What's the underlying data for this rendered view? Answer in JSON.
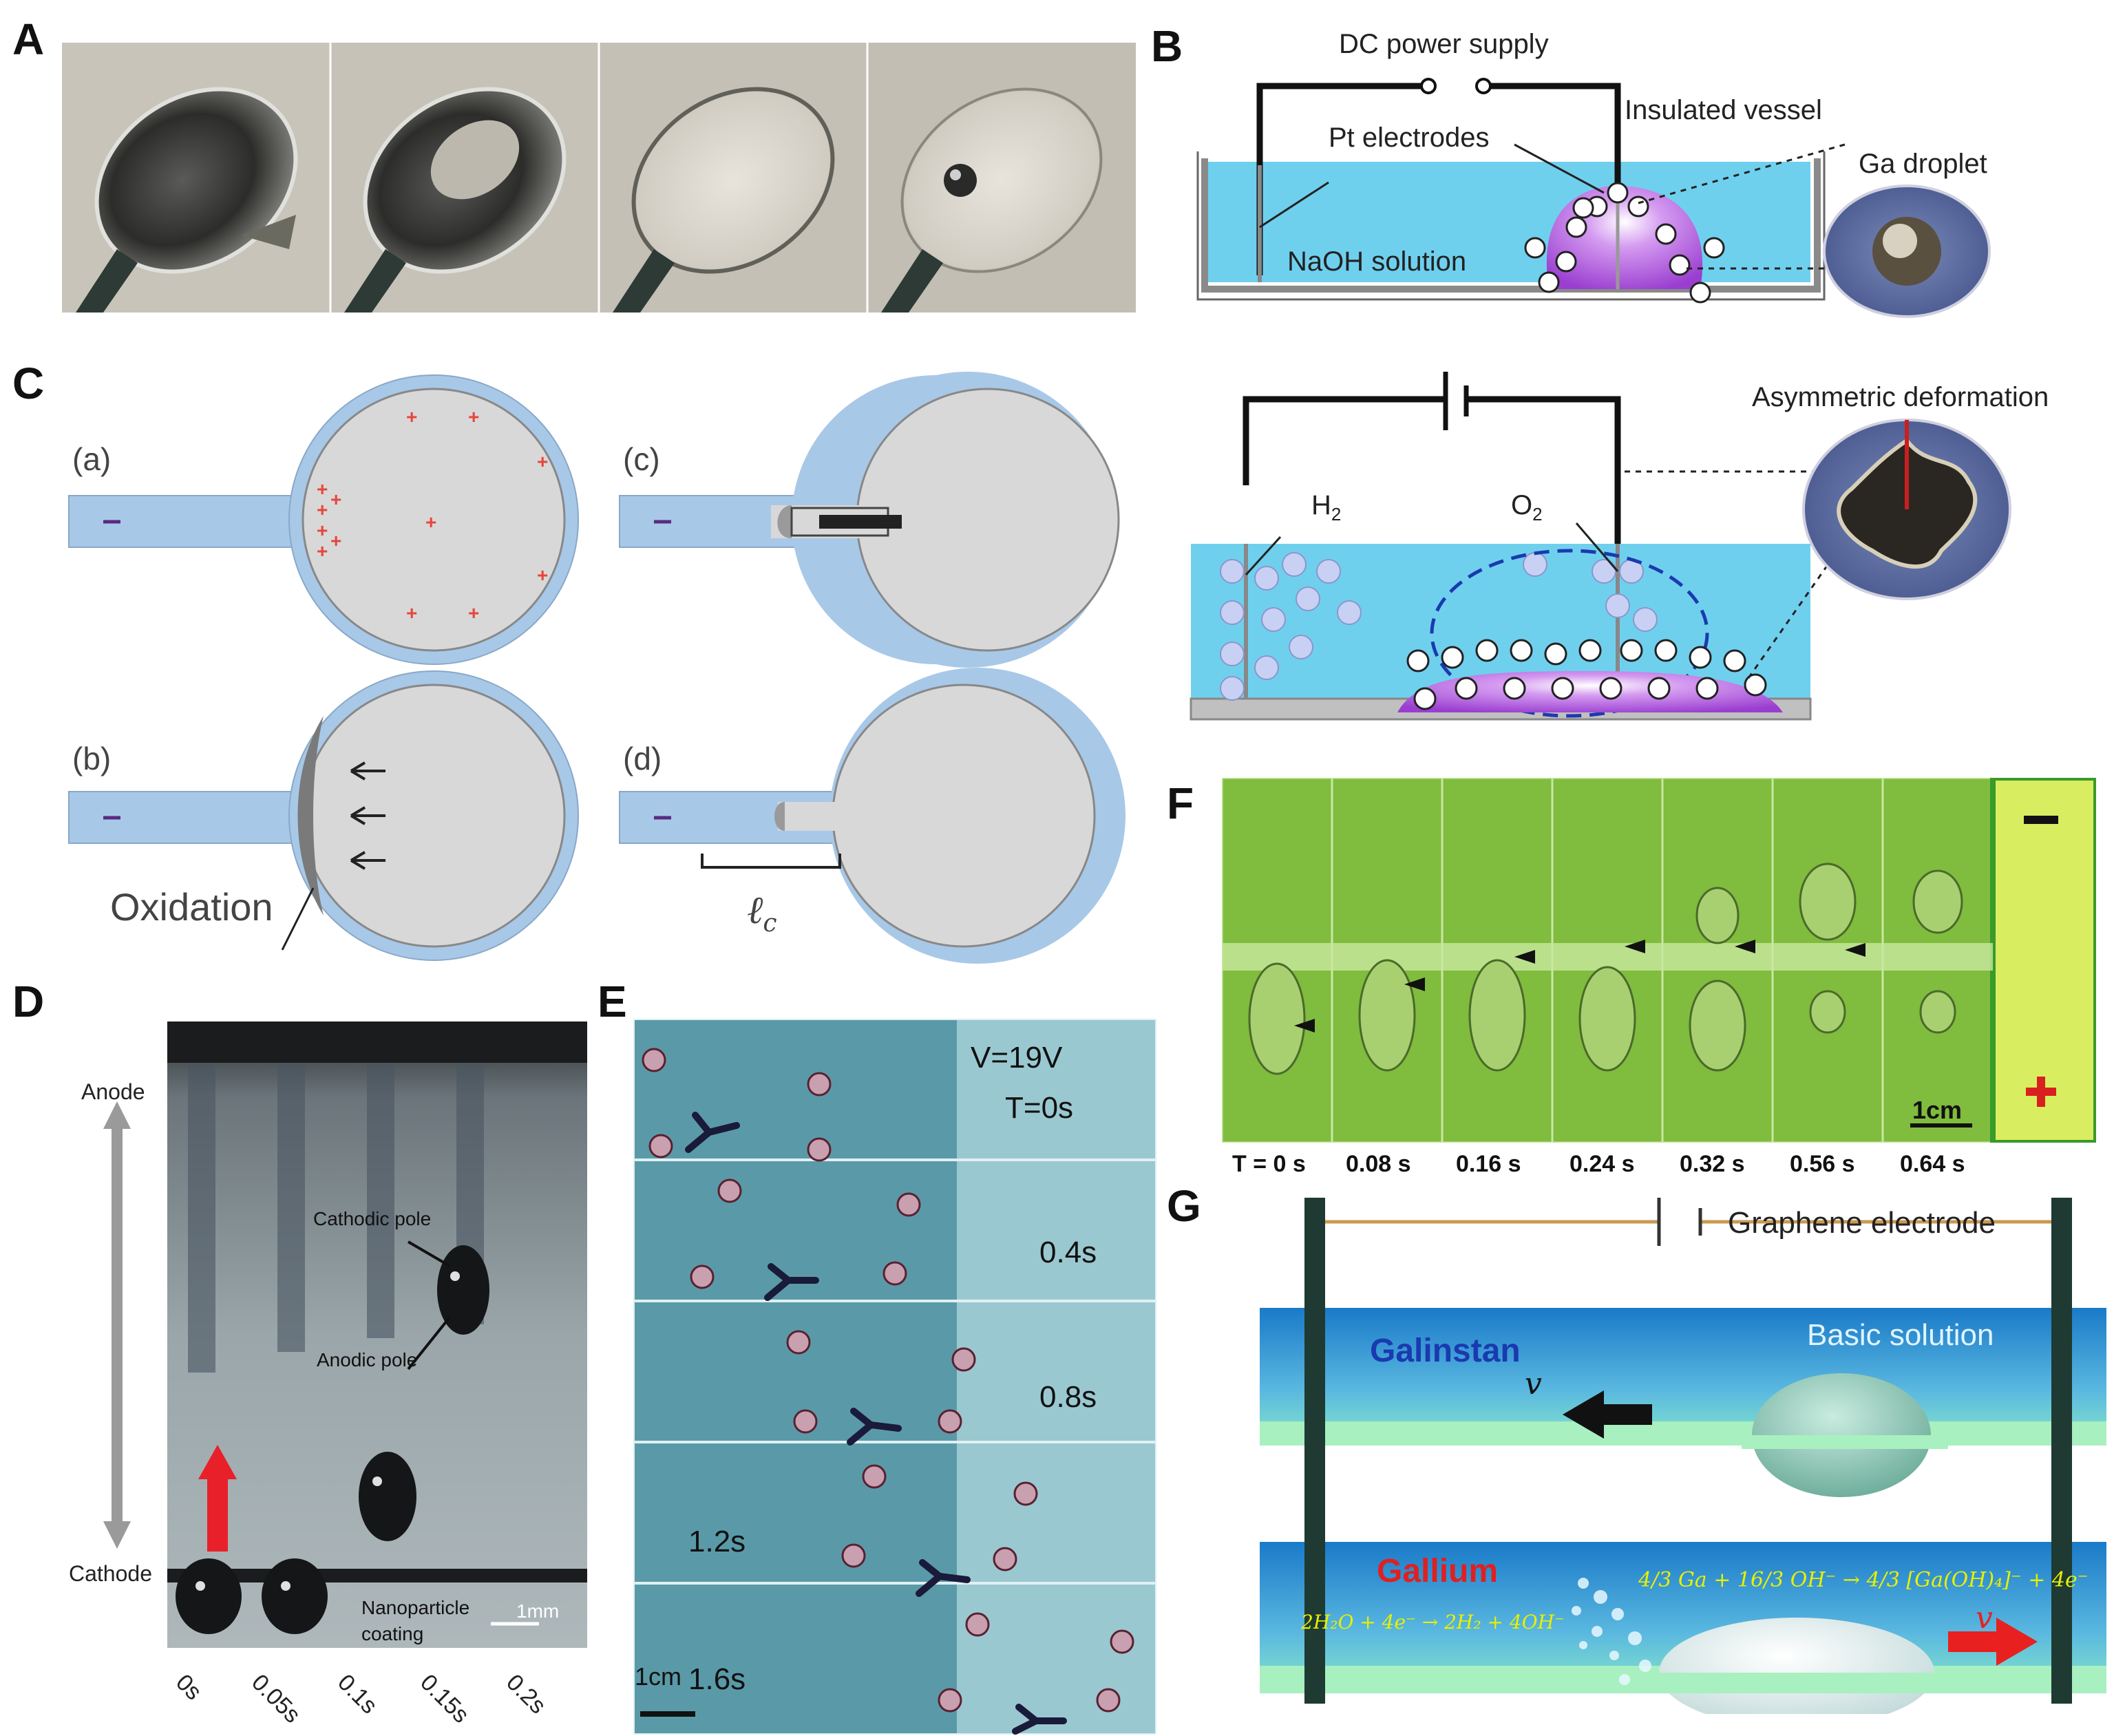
{
  "panels": {
    "A": {
      "letter": "A"
    },
    "B": {
      "letter": "B",
      "top": {
        "dc_power_supply": "DC power supply",
        "pt_electrodes": "Pt electrodes",
        "insulated_vessel": "Insulated vessel",
        "ga_droplet": "Ga droplet",
        "naoh_solution": "NaOH solution"
      },
      "bottom": {
        "asymmetric_deformation": "Asymmetric deformation",
        "h2": "H",
        "h2_sub": "2",
        "o2": "O",
        "o2_sub": "2"
      }
    },
    "C": {
      "letter": "C",
      "sub_a": "(a)",
      "sub_b": "(b)",
      "sub_c": "(c)",
      "sub_d": "(d)",
      "oxidation": "Oxidation",
      "lc": "ℓ",
      "lc_sub": "c"
    },
    "D": {
      "letter": "D",
      "anode": "Anode",
      "cathode": "Cathode",
      "cathodic_pole": "Cathodic pole",
      "anodic_pole": "Anodic pole",
      "nanoparticle": "Nanoparticle",
      "coating": "coating",
      "scale": "1mm",
      "times": [
        "0s",
        "0.05s",
        "0.1s",
        "0.15s",
        "0.2s"
      ]
    },
    "E": {
      "letter": "E",
      "voltage": "V=19V",
      "times": [
        "T=0s",
        "0.4s",
        "0.8s",
        "1.2s",
        "1.6s"
      ],
      "scale": "1cm"
    },
    "F": {
      "letter": "F",
      "times": [
        "T = 0 s",
        "0.08 s",
        "0.16 s",
        "0.24 s",
        "0.32 s",
        "0.56 s",
        "0.64 s"
      ],
      "scale": "1cm"
    },
    "G": {
      "letter": "G",
      "graphene_electrode": "Graphene electrode",
      "basic_solution": "Basic solution",
      "galinstan": "Galinstan",
      "gallium": "Gallium",
      "v": "v",
      "eq1": "4/3 Ga + 16/3 OH⁻ → 4/3 [Ga(OH)₄]⁻ + 4e⁻",
      "eq2": "2H₂O + 4e⁻ → 2H₂ + 4OH⁻"
    }
  },
  "colors": {
    "solution_blue": "#6fd0ee",
    "droplet_purple": "#b76ee0",
    "channel_blue": "#a8c8e8",
    "metal_gray": "#d4d4d4",
    "plus_red": "#e6463c",
    "green_bg": "#8cc83c",
    "teal_bg": "#5a9aa8"
  }
}
